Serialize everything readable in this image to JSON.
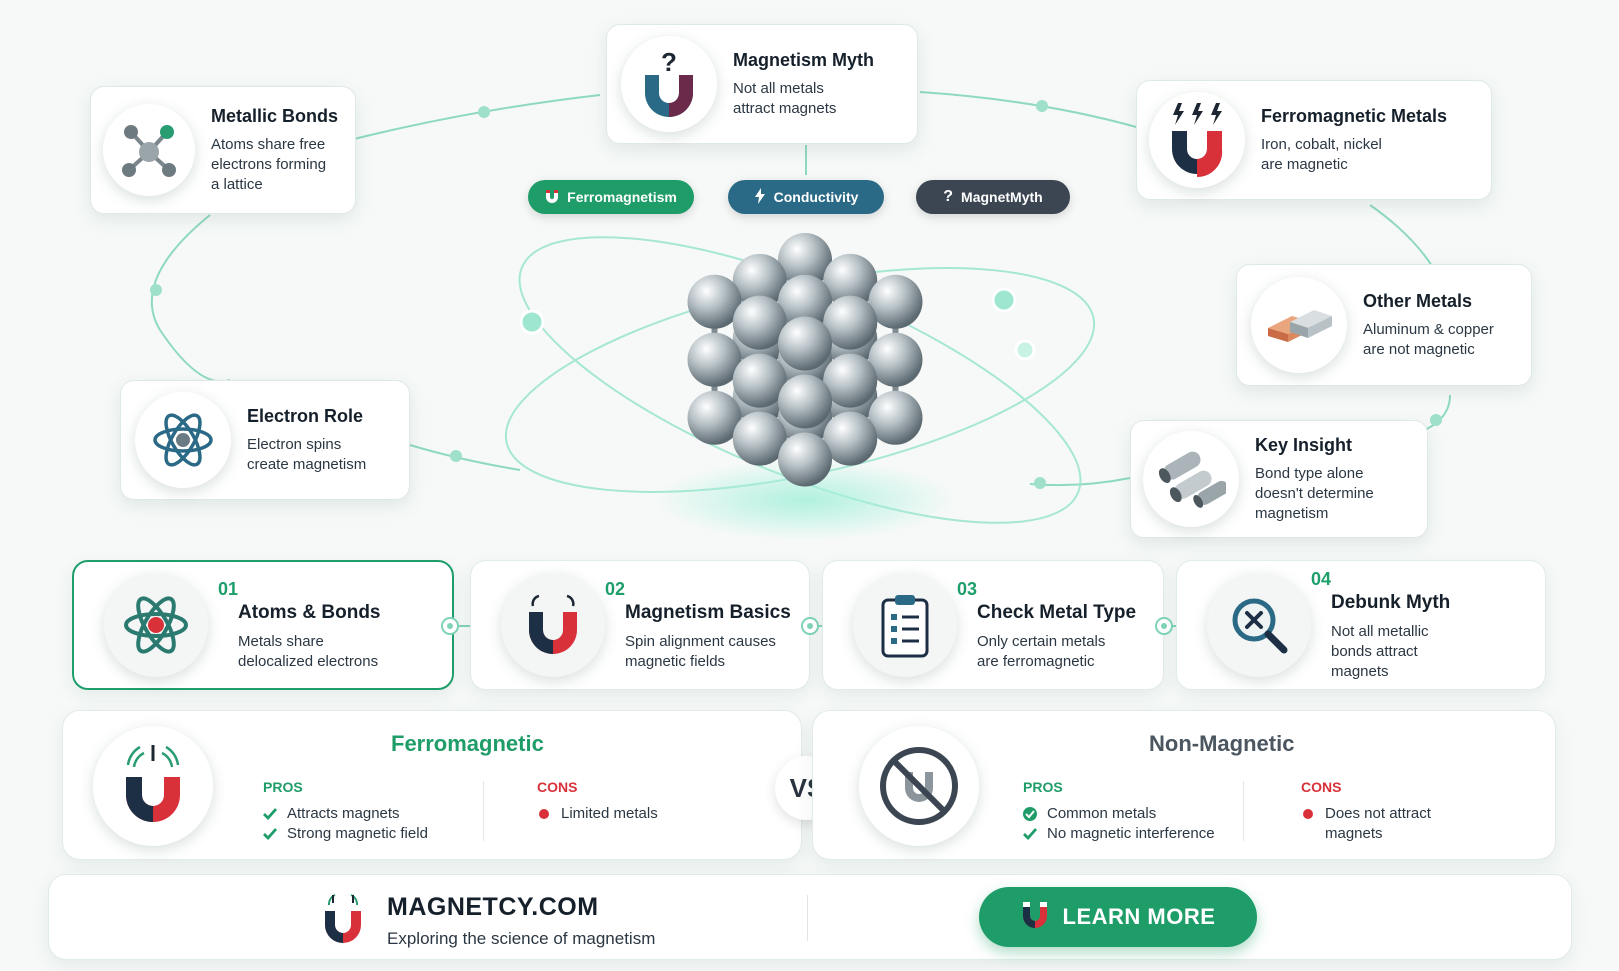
{
  "top_cards": {
    "metallic_bonds": {
      "title": "Metallic Bonds",
      "desc": "Atoms share free\nelectrons forming\na lattice"
    },
    "magnetism_myth": {
      "title": "Magnetism Myth",
      "desc": "Not all metals\nattract magnets"
    },
    "ferromagnetic_metals": {
      "title": "Ferromagnetic Metals",
      "desc": "Iron, cobalt, nickel\nare magnetic"
    },
    "other_metals": {
      "title": "Other Metals",
      "desc": "Aluminum & copper\nare not magnetic"
    },
    "electron_role": {
      "title": "Electron Role",
      "desc": "Electron spins\ncreate magnetism"
    },
    "key_insight": {
      "title": "Key Insight",
      "desc": "Bond type alone\ndoesn't determine\nmagnetism"
    }
  },
  "pills": [
    {
      "label": "Ferromagnetism",
      "color": "#1f9d68"
    },
    {
      "label": "Conductivity",
      "color": "#2b6a86"
    },
    {
      "label": "MagnetMyth",
      "color": "#3b4652"
    }
  ],
  "steps": [
    {
      "num": "01",
      "title": "Atoms & Bonds",
      "desc": "Metals share\ndelocalized electrons"
    },
    {
      "num": "02",
      "title": "Magnetism Basics",
      "desc": "Spin alignment causes\nmagnetic fields"
    },
    {
      "num": "03",
      "title": "Check Metal Type",
      "desc": "Only certain metals\nare ferromagnetic"
    },
    {
      "num": "04",
      "title": "Debunk Myth",
      "desc": "Not all metallic\nbonds attract\nmagnets"
    }
  ],
  "comparison": {
    "ferro": {
      "title": "Ferromagnetic",
      "pros_label": "PROS",
      "pros": [
        "Attracts magnets",
        "Strong magnetic field"
      ],
      "cons_label": "CONS",
      "cons": [
        "Limited metals"
      ]
    },
    "vs": "VS",
    "nonmag": {
      "title": "Non-Magnetic",
      "pros_label": "PROS",
      "pros": [
        "Common metals",
        "No magnetic interference"
      ],
      "cons_label": "CONS",
      "cons": [
        "Does not attract",
        "magnets"
      ]
    }
  },
  "footer": {
    "brand": "MAGNETCY.COM",
    "tagline": "Exploring the science of magnetism",
    "button": "LEARN MORE"
  },
  "colors": {
    "green": "#1f9d68",
    "red": "#d8313a",
    "navy": "#1d2f44",
    "teal": "#5fd6b4"
  },
  "icons": [
    "molecule-icon",
    "magnet-question-icon",
    "magnet-spark-icon",
    "ingot-icon",
    "atom-icon",
    "pipes-icon",
    "clipboard-icon",
    "magnifier-x-icon",
    "no-magnet-icon"
  ]
}
